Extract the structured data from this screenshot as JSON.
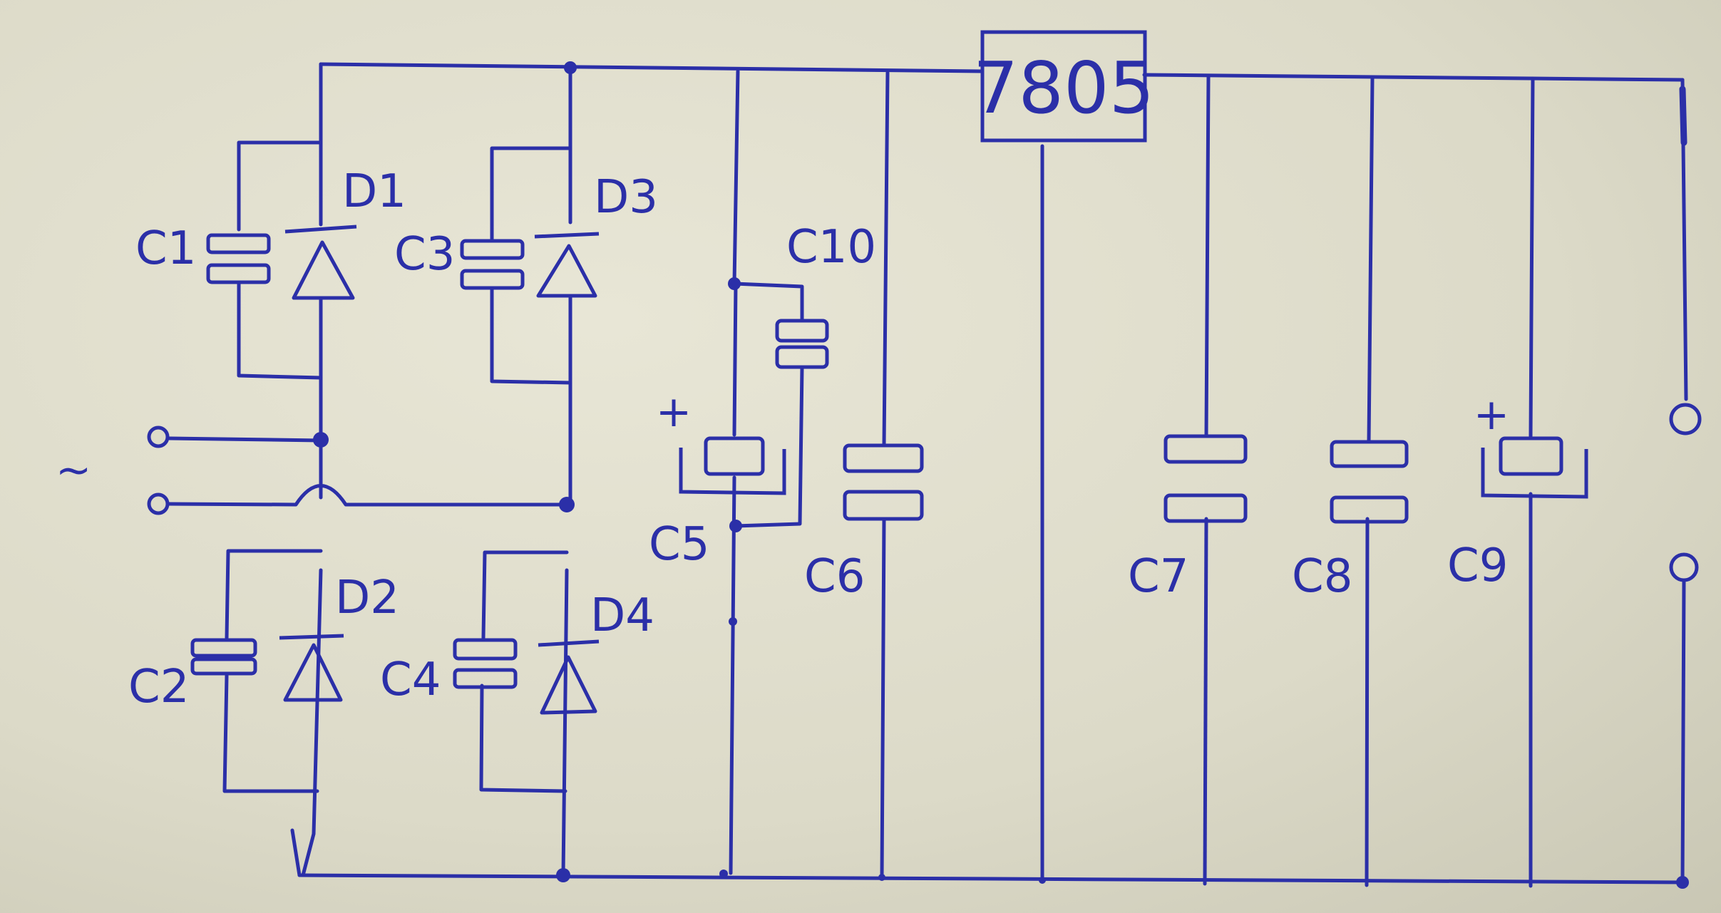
{
  "diagram": {
    "regulator": "7805",
    "ac_symbol": "~",
    "diodes": [
      "D1",
      "D2",
      "D3",
      "D4"
    ],
    "capacitors": [
      "C1",
      "C2",
      "C3",
      "C4",
      "C5",
      "C6",
      "C7",
      "C8",
      "C9",
      "C10"
    ],
    "polarity_c5": "+",
    "polarity_c9": "+"
  },
  "colors": {
    "ink": "#2b2fa8",
    "paper": "#dddbc9"
  }
}
